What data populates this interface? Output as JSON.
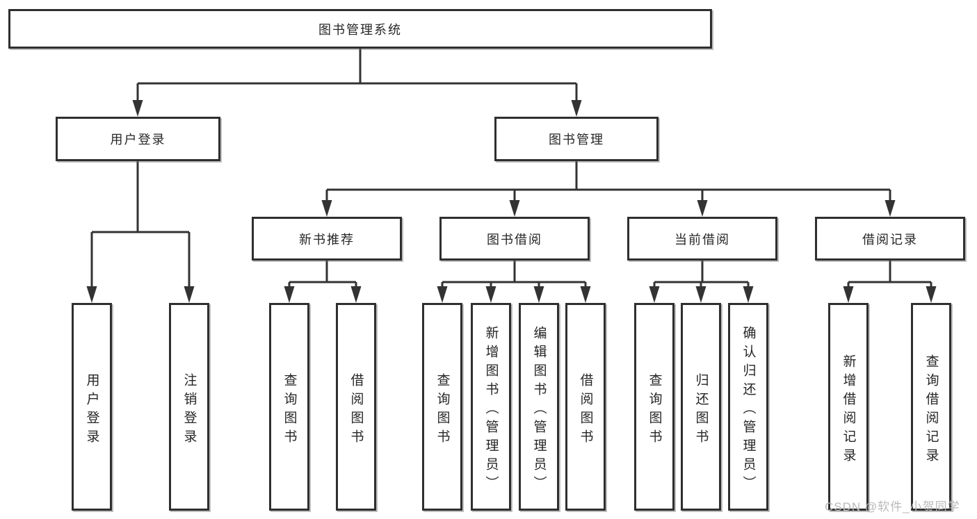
{
  "diagram_title": "图书管理系统",
  "tree": {
    "label": "图书管理系统",
    "children": [
      {
        "label": "用户登录",
        "children": [
          {
            "label": "用户登录"
          },
          {
            "label": "注销登录"
          }
        ]
      },
      {
        "label": "图书管理",
        "children": [
          {
            "label": "新书推荐",
            "children": [
              {
                "label": "查询图书"
              },
              {
                "label": "借阅图书"
              }
            ]
          },
          {
            "label": "图书借阅",
            "children": [
              {
                "label": "查询图书"
              },
              {
                "label": "新增图书（管理员）"
              },
              {
                "label": "编辑图书（管理员）"
              },
              {
                "label": "借阅图书"
              }
            ]
          },
          {
            "label": "当前借阅",
            "children": [
              {
                "label": "查询图书"
              },
              {
                "label": "归还图书"
              },
              {
                "label": "确认归还（管理员）"
              }
            ]
          },
          {
            "label": "借阅记录",
            "children": [
              {
                "label": "新增借阅记录"
              },
              {
                "label": "查询借阅记录"
              }
            ]
          }
        ]
      }
    ]
  },
  "watermark": {
    "text": "CSDN @软件_小贺同学"
  },
  "colors": {
    "line": "#333333",
    "box_border": "#2f2f2f",
    "text": "#262626",
    "watermark": "#b9b9b9",
    "background": "#ffffff"
  }
}
